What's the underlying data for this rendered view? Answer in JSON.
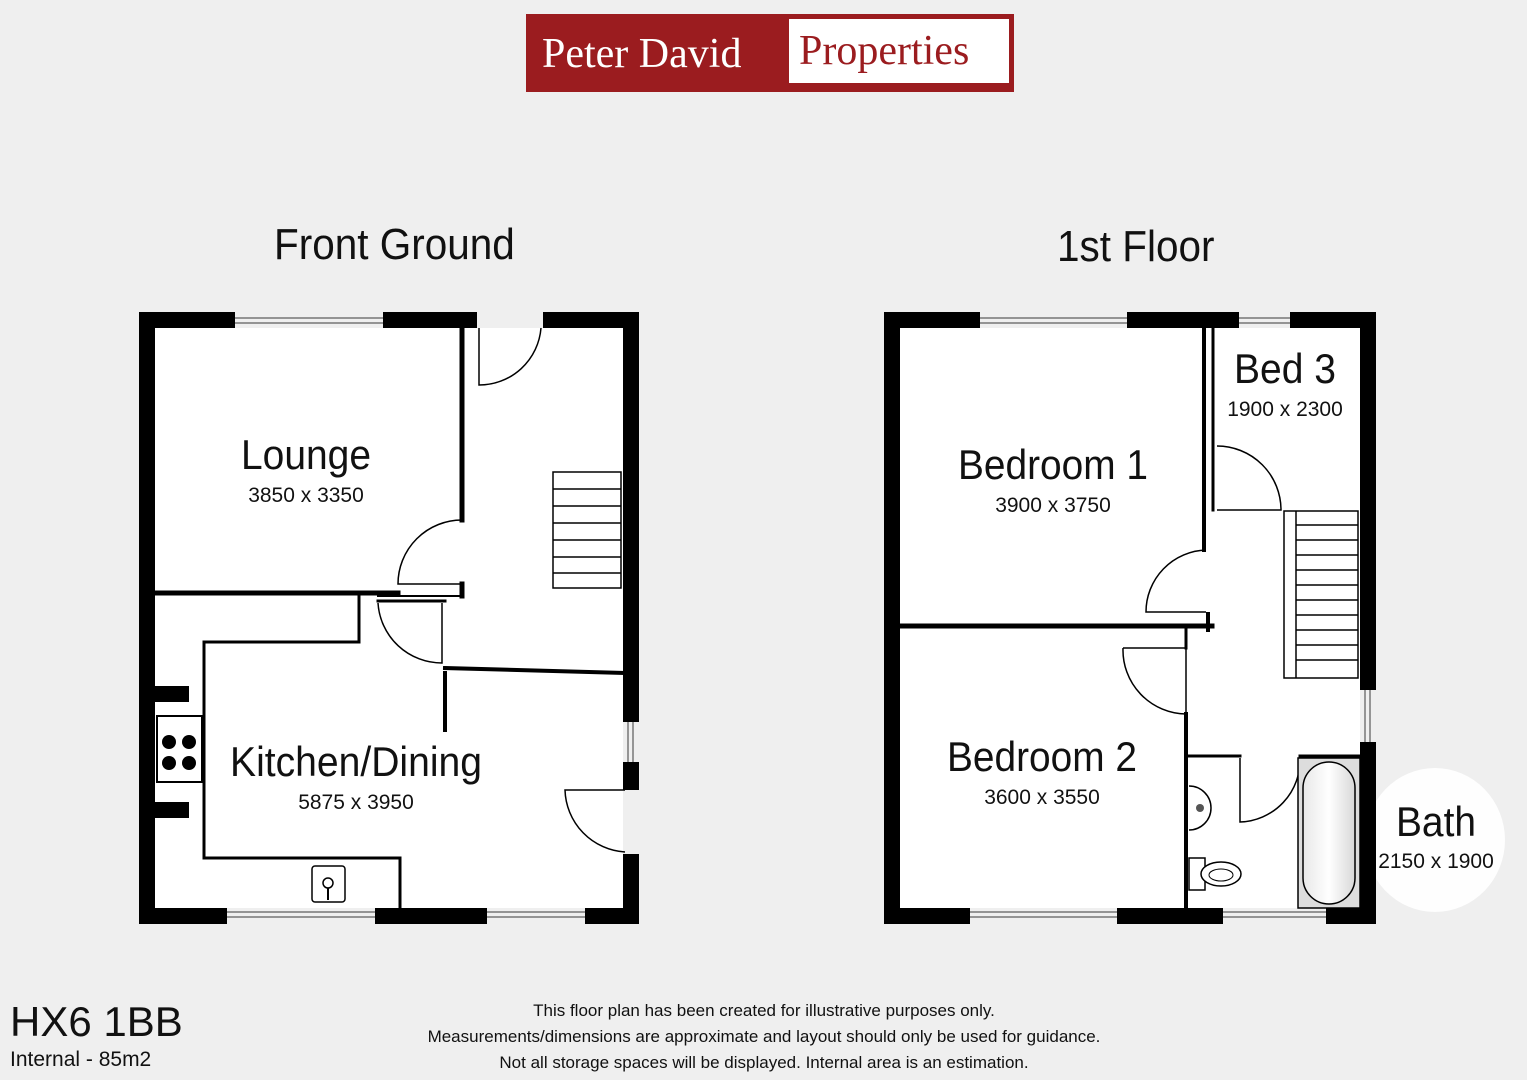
{
  "logo": {
    "left_text": "Peter David",
    "right_text": "Properties",
    "brand_color": "#9b1c1f"
  },
  "ground": {
    "title": "Front Ground",
    "lounge": {
      "name": "Lounge",
      "dims": "3850 x 3350"
    },
    "kitchen": {
      "name": "Kitchen/Dining",
      "dims": "5875 x 3950"
    }
  },
  "first": {
    "title": "1st Floor",
    "bed1": {
      "name": "Bedroom 1",
      "dims": "3900 x 3750"
    },
    "bed2": {
      "name": "Bedroom 2",
      "dims": "3600 x 3550"
    },
    "bed3": {
      "name": "Bed 3",
      "dims": "1900 x 2300"
    },
    "bath": {
      "name": "Bath",
      "dims": "2150 x 1900"
    }
  },
  "footer": {
    "postcode": "HX6 1BB",
    "area": "Internal - 85m2",
    "disclaimer": [
      "This floor plan has been created for illustrative purposes only.",
      "Measurements/dimensions are approximate and layout should only be used for guidance.",
      "Not all storage spaces will be displayed. Internal area is an estimation."
    ]
  }
}
